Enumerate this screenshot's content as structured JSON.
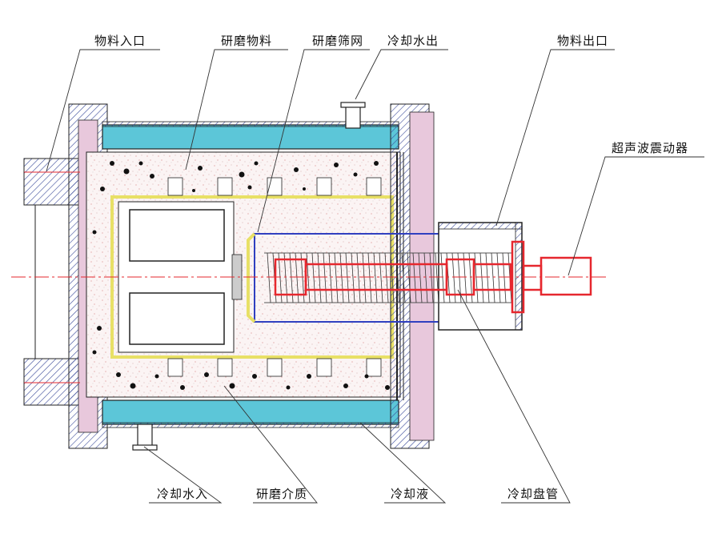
{
  "labels": {
    "material_inlet": "物料入口",
    "grinding_material": "研磨物料",
    "grinding_screen": "研磨筛网",
    "cooling_water_out": "冷却水出",
    "material_outlet": "物料出口",
    "ultrasonic_vibrator": "超声波震动器",
    "cooling_water_in": "冷却水入",
    "grinding_media": "研磨介质",
    "coolant": "冷却液",
    "cooling_coil": "冷却盘管"
  },
  "colors": {
    "line": "#222222",
    "coolant": "#5cc6d8",
    "flange_pink": "#e8c8dc",
    "yellow": "#e8e066",
    "red": "#e6272e",
    "blue_screen": "#3040c0",
    "hatch": "#3a4a9a",
    "centerline": "#e6272e"
  }
}
